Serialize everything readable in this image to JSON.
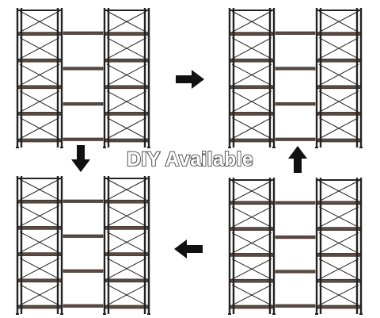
{
  "caption": "DIY Available",
  "configurations": [
    {
      "name": "top-left",
      "side_tower_shelves": 5,
      "middle_shelves": 4
    },
    {
      "name": "top-right",
      "side_tower_shelves": 5,
      "middle_shelves": 4
    },
    {
      "name": "bottom-right",
      "side_tower_shelves": 5,
      "middle_shelves": 4
    },
    {
      "name": "bottom-left",
      "side_tower_shelves": 5,
      "middle_shelves": 4
    }
  ],
  "arrows": [
    "arrow-right-icon",
    "arrow-down-icon",
    "arrow-up-icon",
    "arrow-left-icon"
  ],
  "colors": {
    "frame": "#222222",
    "shelf": "#5b4a40",
    "shelf_edge": "#2a211c",
    "caption_fill": "#ffffff",
    "caption_stroke": "#222222",
    "arrow": "#111111"
  }
}
